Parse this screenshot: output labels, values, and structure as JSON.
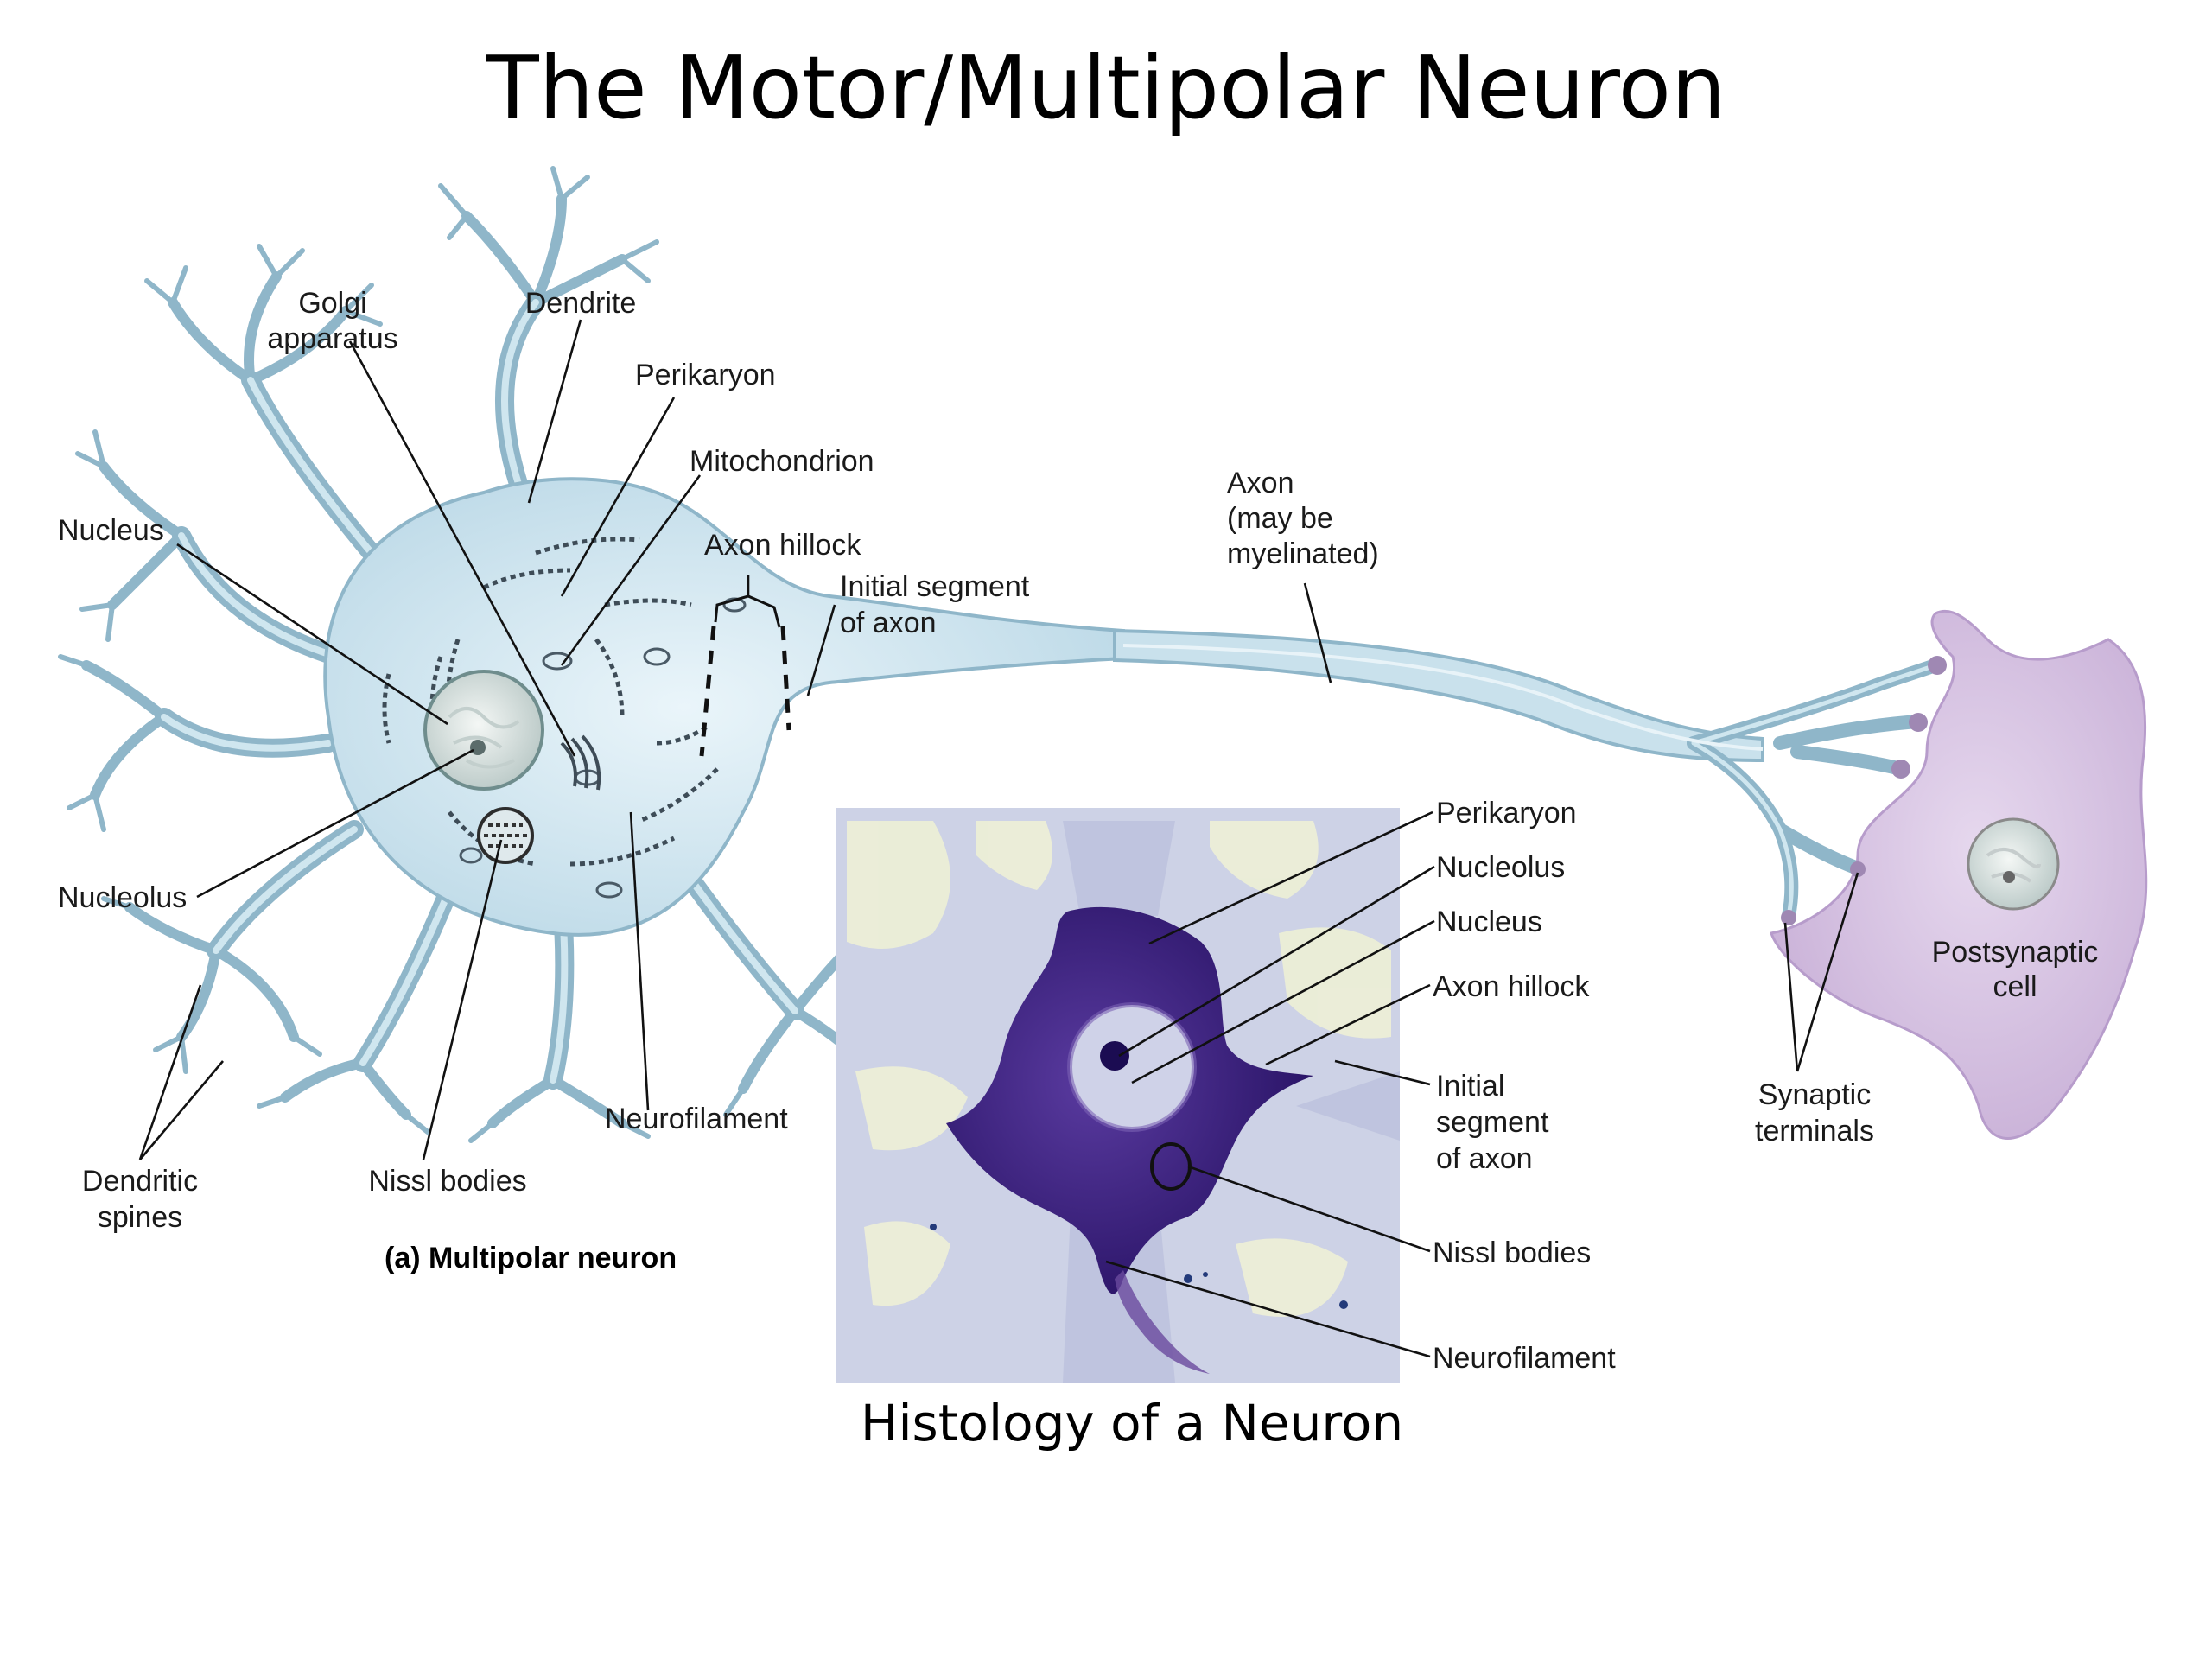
{
  "title": "The Motor/Multipolar Neuron",
  "caption": "Histology of a Neuron",
  "diagram_caption": "(a) Multipolar neuron",
  "labels": {
    "golgi_1": "Golgi",
    "golgi_2": "apparatus",
    "dendrite": "Dendrite",
    "perikaryon": "Perikaryon",
    "mitochondrion": "Mitochondrion",
    "nucleus": "Nucleus",
    "axon_hillock": "Axon hillock",
    "initial_segment_1": "Initial  segment",
    "initial_segment_2": "of axon",
    "axon_1": "Axon",
    "axon_2": "(may be",
    "axon_3": "myelinated)",
    "nucleolus": "Nucleolus",
    "neurofilament": "Neurofilament",
    "dendritic_spines_1": "Dendritic",
    "dendritic_spines_2": "spines",
    "nissl_bodies": "Nissl bodies",
    "postsynaptic_1": "Postsynaptic",
    "postsynaptic_2": "cell",
    "synaptic_1": "Synaptic",
    "synaptic_2": "terminals"
  },
  "histology_labels": {
    "perikaryon": "Perikaryon",
    "nucleolus": "Nucleolus",
    "nucleus": "Nucleus",
    "axon_hillock": "Axon hillock",
    "initial_1": "Initial",
    "initial_2": "segment",
    "initial_3": "of axon",
    "nissl_bodies": "Nissl bodies",
    "neurofilament": "Neurofilament"
  },
  "colors": {
    "neuron_fill": "#d6eaf3",
    "neuron_stroke": "#8fb6c9",
    "postsynaptic_fill": "#d9c5e2",
    "stain_dark": "#3d1f7a",
    "histology_bg": "#cdd2e6"
  }
}
